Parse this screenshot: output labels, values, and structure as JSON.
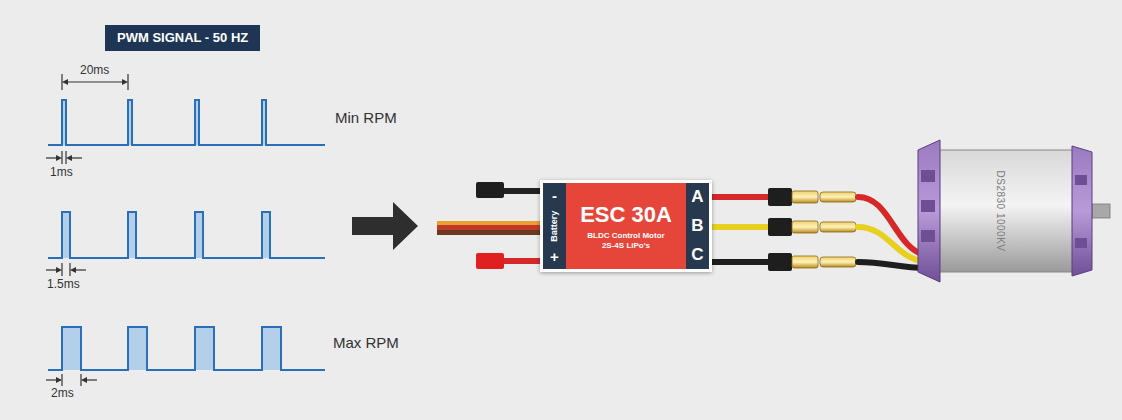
{
  "diagram": {
    "title": "PWM SIGNAL - 50 HZ",
    "nodes": [
      {
        "text": [
          "ESC 30A",
          "BLDC Control Motor",
          "2S-4S LiPo's"
        ]
      },
      {
        "text": [
          "-",
          "Battery",
          "+"
        ],
        "in": 0
      },
      {
        "text": [
          "A",
          "B",
          "C"
        ],
        "in": 0
      }
    ],
    "labels": [
      "20ms",
      "Min RPM",
      "1ms",
      "1.5ms",
      "Max RPM",
      "2ms",
      "DS2830 1000KV"
    ]
  }
}
